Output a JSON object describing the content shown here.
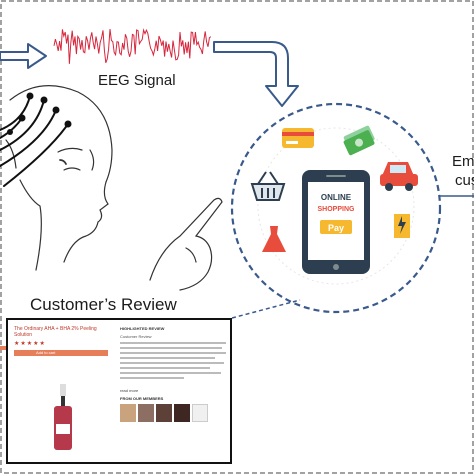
{
  "labels": {
    "eeg_signal": "EEG Signal",
    "customers_review": "Customer’s Review",
    "right_cut_1": "Em",
    "right_cut_2": "cus"
  },
  "phone": {
    "screen_line1": "ONLINE",
    "screen_line2": "SHOPPING",
    "pay_button": "Pay"
  },
  "review_screenshot": {
    "product_title": "The Ordinary AHA + BHA 2% Peeling Solution",
    "add_to_cart": "Add to cart",
    "review_heading": "HIGHLIGHTED REVIEW",
    "reviewer": "Customer Review",
    "read_more": "read more",
    "photos_heading": "FROM OUR MEMBERS"
  },
  "colors": {
    "eeg_wave": "#d7263d",
    "arrow_fill": "#ffffff",
    "arrow_stroke": "#3a5a8c",
    "dashed_border": "#3a5a8c",
    "phone_body": "#2c3e50",
    "pay_yellow": "#f5b82e",
    "accent_red": "#e74c3c"
  },
  "icons": [
    "brain-sensor-head-icon",
    "credit-card-icon",
    "cash-icon",
    "car-icon",
    "shopping-basket-icon",
    "dress-icon",
    "lipstick-icon",
    "smartphone-icon"
  ]
}
